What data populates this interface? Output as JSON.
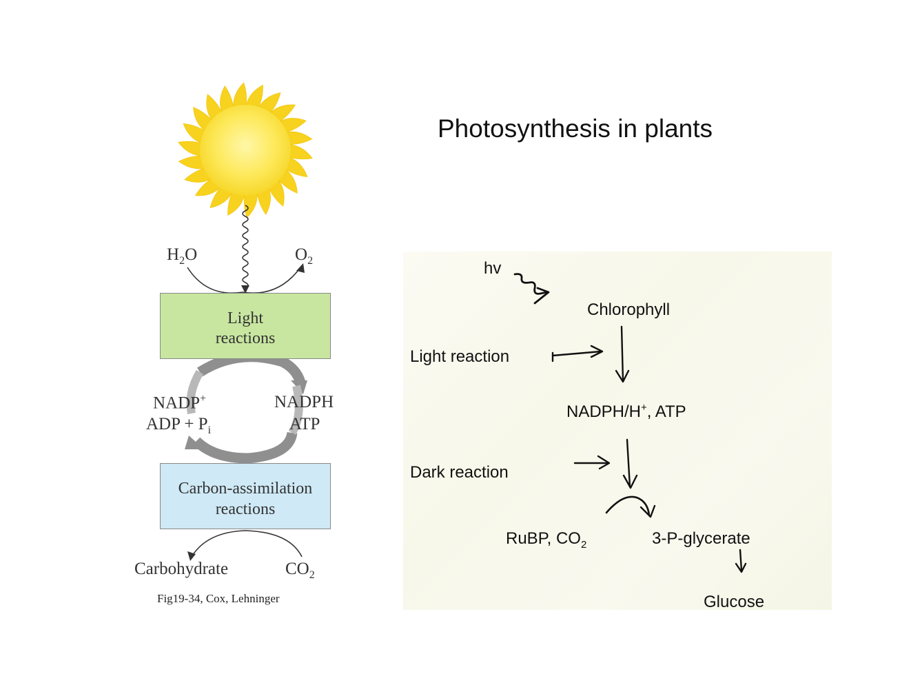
{
  "title": "Photosynthesis in plants",
  "left_figure": {
    "h2o": "H",
    "h2o_sub": "2",
    "h2o_tail": "O",
    "o2": "O",
    "o2_sub": "2",
    "light_box": [
      "Light",
      "reactions"
    ],
    "nadp": "NADP",
    "nadp_sup": "+",
    "adp": "ADP + P",
    "adp_sub": "i",
    "nadph": "NADPH",
    "atp": "ATP",
    "carbon_box": [
      "Carbon-assimilation",
      "reactions"
    ],
    "carbohydrate": "Carbohydrate",
    "co2": "CO",
    "co2_sub": "2",
    "caption": "Fig19-34, Cox, Lehninger"
  },
  "right_scheme": {
    "hv": "hv",
    "chlorophyll": "Chlorophyll",
    "light_reaction": "Light reaction",
    "nadph": "NADPH/H",
    "nadph_sup": "+",
    "nadph_tail": ", ATP",
    "dark_reaction": "Dark reaction",
    "rubp": "RuBP, CO",
    "rubp_sub": "2",
    "glycerate": "3-P-glycerate",
    "glucose": "Glucose"
  },
  "colors": {
    "sun_core": "#fde95a",
    "sun_rays": "#f7d21e",
    "light_box": "#c8e6a0",
    "carbon_box": "#cfe9f6",
    "cycle_arrow": "#8f8f8f"
  }
}
